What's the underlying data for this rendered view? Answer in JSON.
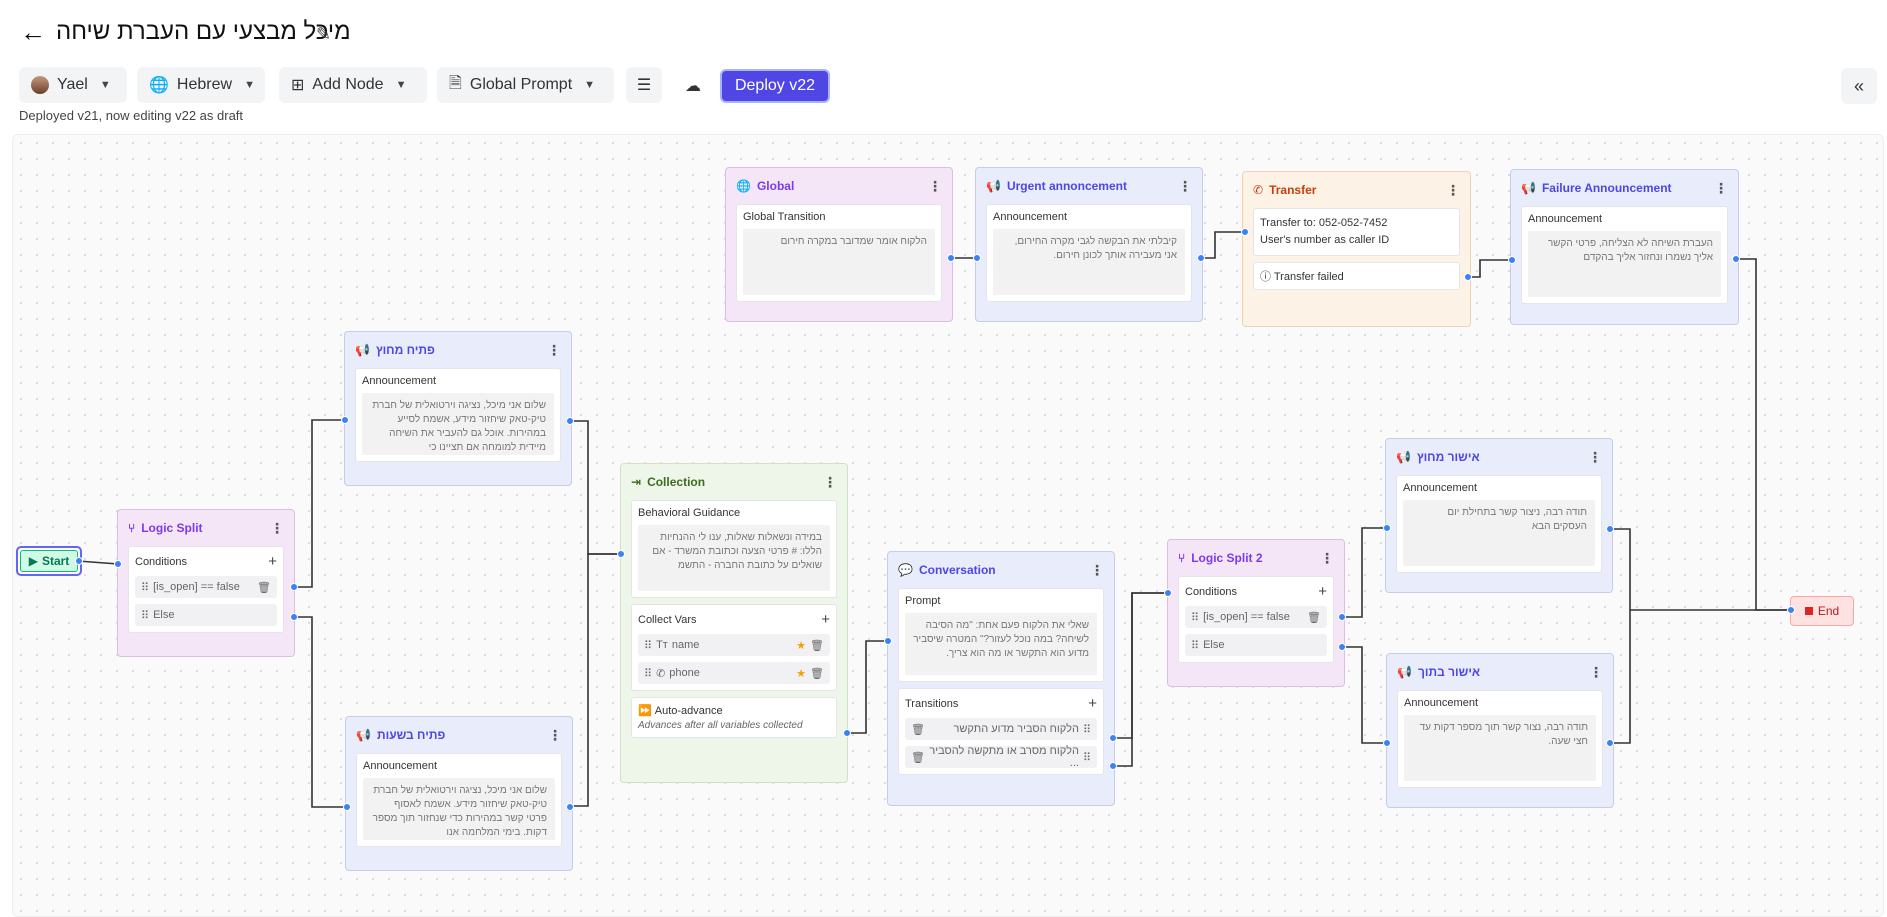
{
  "header": {
    "title": "מיכל מבצעי עם העברת שיחה",
    "status": "Deployed v21, now editing v22 as draft"
  },
  "toolbar": {
    "voice": "Yael",
    "language": "Hebrew",
    "add_node": "Add Node",
    "global_prompt": "Global Prompt",
    "deploy": "Deploy v22"
  },
  "nodes": {
    "start": "Start",
    "end": "End",
    "logic1": {
      "title": "Logic Split",
      "conditions": "Conditions",
      "c1": "[is_open] == false",
      "c2": "Else"
    },
    "open_out": {
      "title": "פתיח מחוץ",
      "label": "Announcement",
      "text": "שלום אני מיכל, נציגה וירטואלית של חברת טיק-טאק שיחזור מידע, אשמח לסייע במהירות. אוכל גם להעביר את השיחה מיידית למומחה אם תציינו כי"
    },
    "open_in": {
      "title": "פתיח בשעות",
      "label": "Announcement",
      "text": "שלום אני מיכל, נציגה וירטואלית של חברת טיק-טאק שיחזור מידע. אשמח לאסוף פרטי קשר במהירות כדי שנחזור תוך מספר דקות. בימי המלחמה אנו"
    },
    "collection": {
      "title": "Collection",
      "guidance_label": "Behavioral Guidance",
      "guidance": "במידה ונשאלות שאלות, ענו לי ההנחיות הללו: # פרטי הצעה וכתובת המשרד - אם שואלים על כתובת החברה - התשמ",
      "vars_label": "Collect Vars",
      "var1": "name",
      "var2": "phone",
      "auto": "Auto-advance",
      "auto_sub": "Advances after all variables collected"
    },
    "conversation": {
      "title": "Conversation",
      "prompt_label": "Prompt",
      "prompt": "שאלי את הלקוח פעם אחת: \"מה הסיבה לשיחה? במה נוכל לעזור?\" המטרה שיסביר מדוע הוא התקשר או מה הוא צריך.",
      "transitions": "Transitions",
      "t1": "הלקוח הסביר מדוע התקשר",
      "t2": "הלקוח מסרב או מתקשה להסביר ..."
    },
    "logic2": {
      "title": "Logic Split 2",
      "conditions": "Conditions",
      "c1": "[is_open] == false",
      "c2": "Else"
    },
    "confirm_out": {
      "title": "אישור מחוץ",
      "label": "Announcement",
      "text": "תודה רבה, ניצור קשר בתחילת יום העסקים הבא"
    },
    "confirm_in": {
      "title": "אישור בתוך",
      "label": "Announcement",
      "text": "תודה רבה, נצור קשר תוך מספר דקות עד חצי שעה."
    },
    "global": {
      "title": "Global",
      "label": "Global Transition",
      "text": "הלקוח אומר שמדובר במקרה חירום"
    },
    "urgent": {
      "title": "Urgent annoncement",
      "label": "Announcement",
      "text": "קיבלתי את הבקשה לגבי מקרה החירום, אני מעבירה אותך לכונן חירום."
    },
    "transfer": {
      "title": "Transfer",
      "l1": "Transfer to: 052-052-7452",
      "l2": "User's number as caller ID",
      "fail": "Transfer failed"
    },
    "failure": {
      "title": "Failure Announcement",
      "label": "Announcement",
      "text": "העברת השיחה לא הצליחה, פרטי הקשר אליך נשמרו ונחזור אליך בהקדם"
    }
  },
  "colors": {
    "accent": "#4f46e5",
    "edge": "#333333",
    "handle": "#3b82f6"
  }
}
